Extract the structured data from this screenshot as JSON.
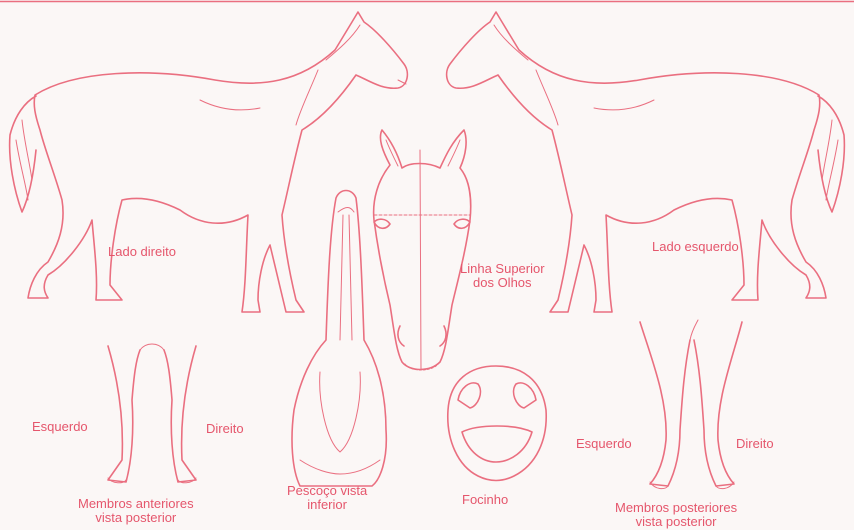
{
  "colors": {
    "line": "#ea6f80",
    "text": "#e5566c",
    "background": "#fbf7f6"
  },
  "labels": {
    "lado_direito": "Lado direito",
    "lado_esquerdo": "Lado esquerdo",
    "linha_superior": [
      "Linha Superior",
      "dos Olhos"
    ],
    "esquerdo_anterior": "Esquerdo",
    "direito_anterior": "Direito",
    "membros_anteriores": [
      "Membros anteriores",
      "vista posterior"
    ],
    "pescoco": [
      "Pescoço vista",
      "inferior"
    ],
    "focinho": "Focinho",
    "esquerdo_posterior": "Esquerdo",
    "direito_posterior": "Direito",
    "membros_posteriores": [
      "Membros posteriores",
      "vista posterior"
    ]
  }
}
